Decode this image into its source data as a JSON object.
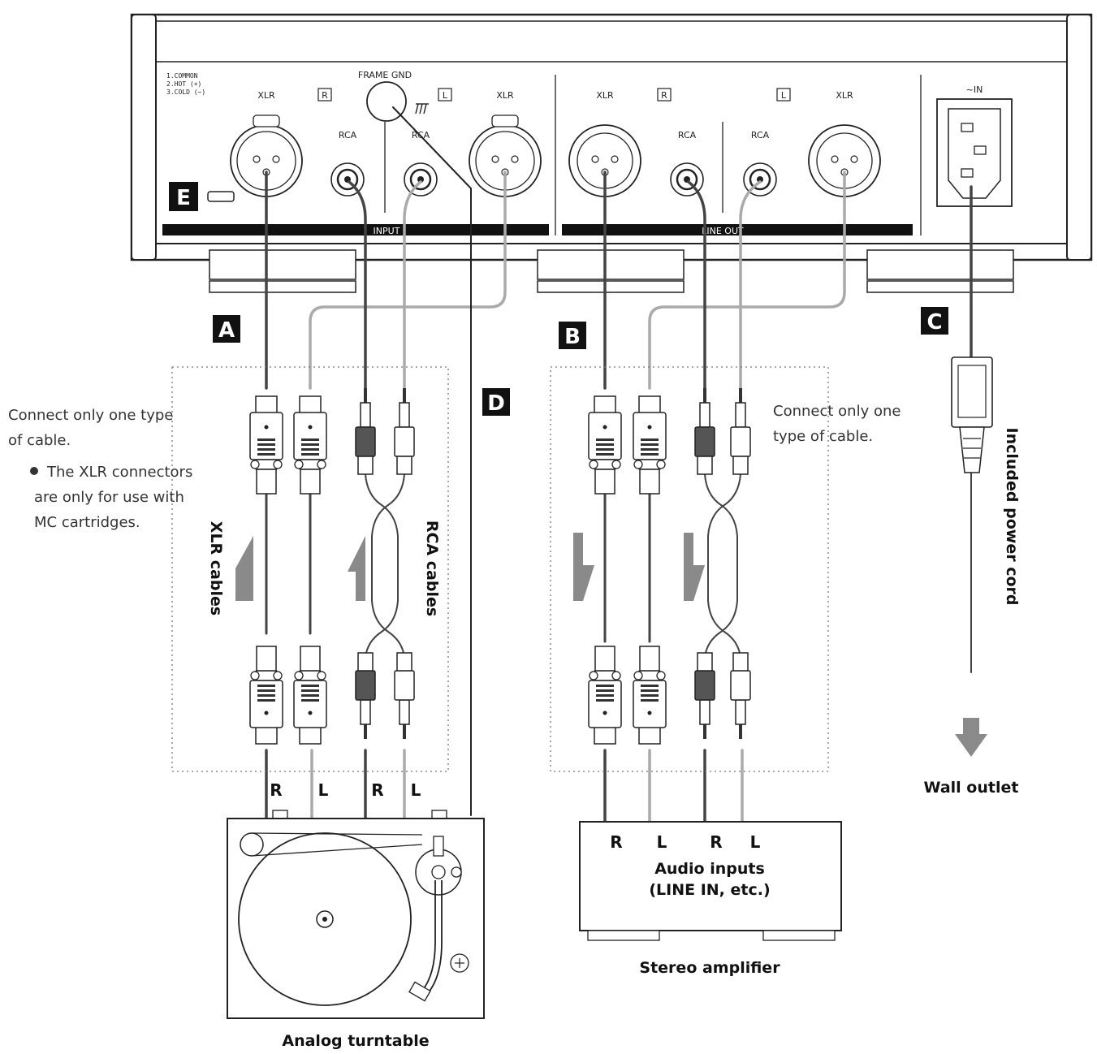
{
  "panel": {
    "pin_legend": [
      "1.COMMON",
      "2.HOT (+)",
      "3.COLD (−)"
    ],
    "frame_gnd": "FRAME GND",
    "input_xlr_r": "XLR",
    "input_r": "R",
    "input_l": "L",
    "input_xlr_l": "XLR",
    "input_rca_r": "RCA",
    "input_rca_l": "RCA",
    "input_strip": "INPUT",
    "out_xlr_r": "XLR",
    "out_r": "R",
    "out_rca_r": "RCA",
    "out_rca_l": "RCA",
    "out_l": "L",
    "out_xlr_l": "XLR",
    "out_strip": "LINE OUT",
    "ac_in": "~IN",
    "badge_e": "E"
  },
  "badges": {
    "a": "A",
    "b": "B",
    "c": "C",
    "d": "D"
  },
  "notes": {
    "left_line1": "Connect only one type",
    "left_line2": "of cable.",
    "bullet_line1": "The XLR connectors",
    "bullet_line2": "are only for use with",
    "bullet_line3": "MC cartridges.",
    "right_line1": "Connect only one",
    "right_line2": "type of cable."
  },
  "cables": {
    "xlr": "XLR cables",
    "rca": "RCA cables",
    "power": "Included power cord"
  },
  "channels": {
    "t_r1": "R",
    "t_l1": "L",
    "t_r2": "R",
    "t_l2": "L",
    "a_r1": "R",
    "a_l1": "L",
    "a_r2": "R",
    "a_l2": "L"
  },
  "devices": {
    "turntable": "Analog turntable",
    "amp_inputs_1": "Audio inputs",
    "amp_inputs_2": "(LINE IN, etc.)",
    "amplifier": "Stereo amplifier",
    "wall_outlet": "Wall outlet"
  }
}
